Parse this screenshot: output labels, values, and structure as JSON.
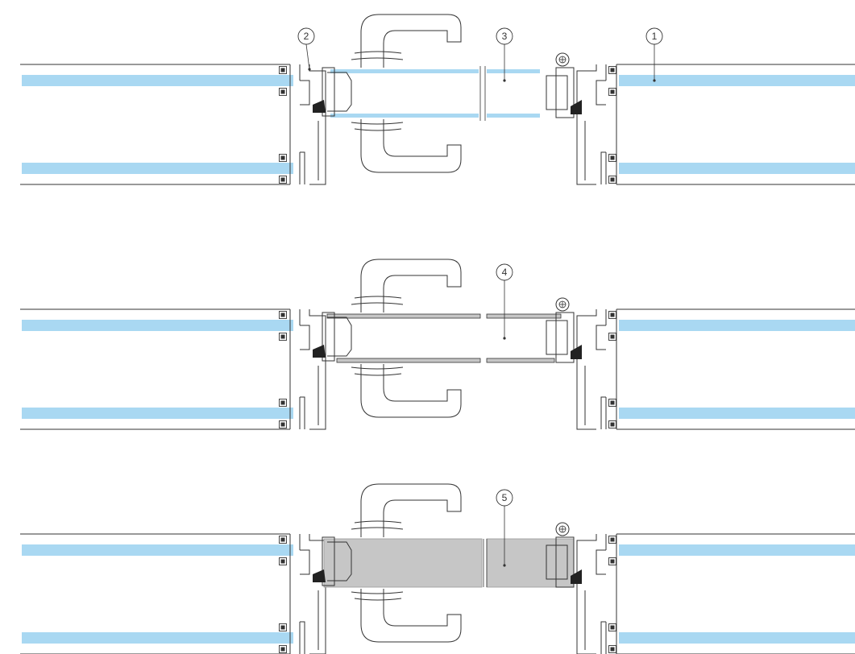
{
  "colors": {
    "glass": "#a9d8f2",
    "line": "#333333",
    "panel_fill": "#c6c6c6",
    "panel_stroke": "#9a9a9a",
    "background": "#ffffff"
  },
  "sections": [
    {
      "id": "glass-door",
      "infill": "glass",
      "callouts": [
        {
          "label": "2"
        },
        {
          "label": "3"
        },
        {
          "label": "1"
        }
      ]
    },
    {
      "id": "panel-door",
      "infill": "sheet-panel",
      "callouts": [
        {
          "label": "4"
        }
      ]
    },
    {
      "id": "solid-door",
      "infill": "solid-core",
      "callouts": [
        {
          "label": "5"
        }
      ]
    }
  ]
}
